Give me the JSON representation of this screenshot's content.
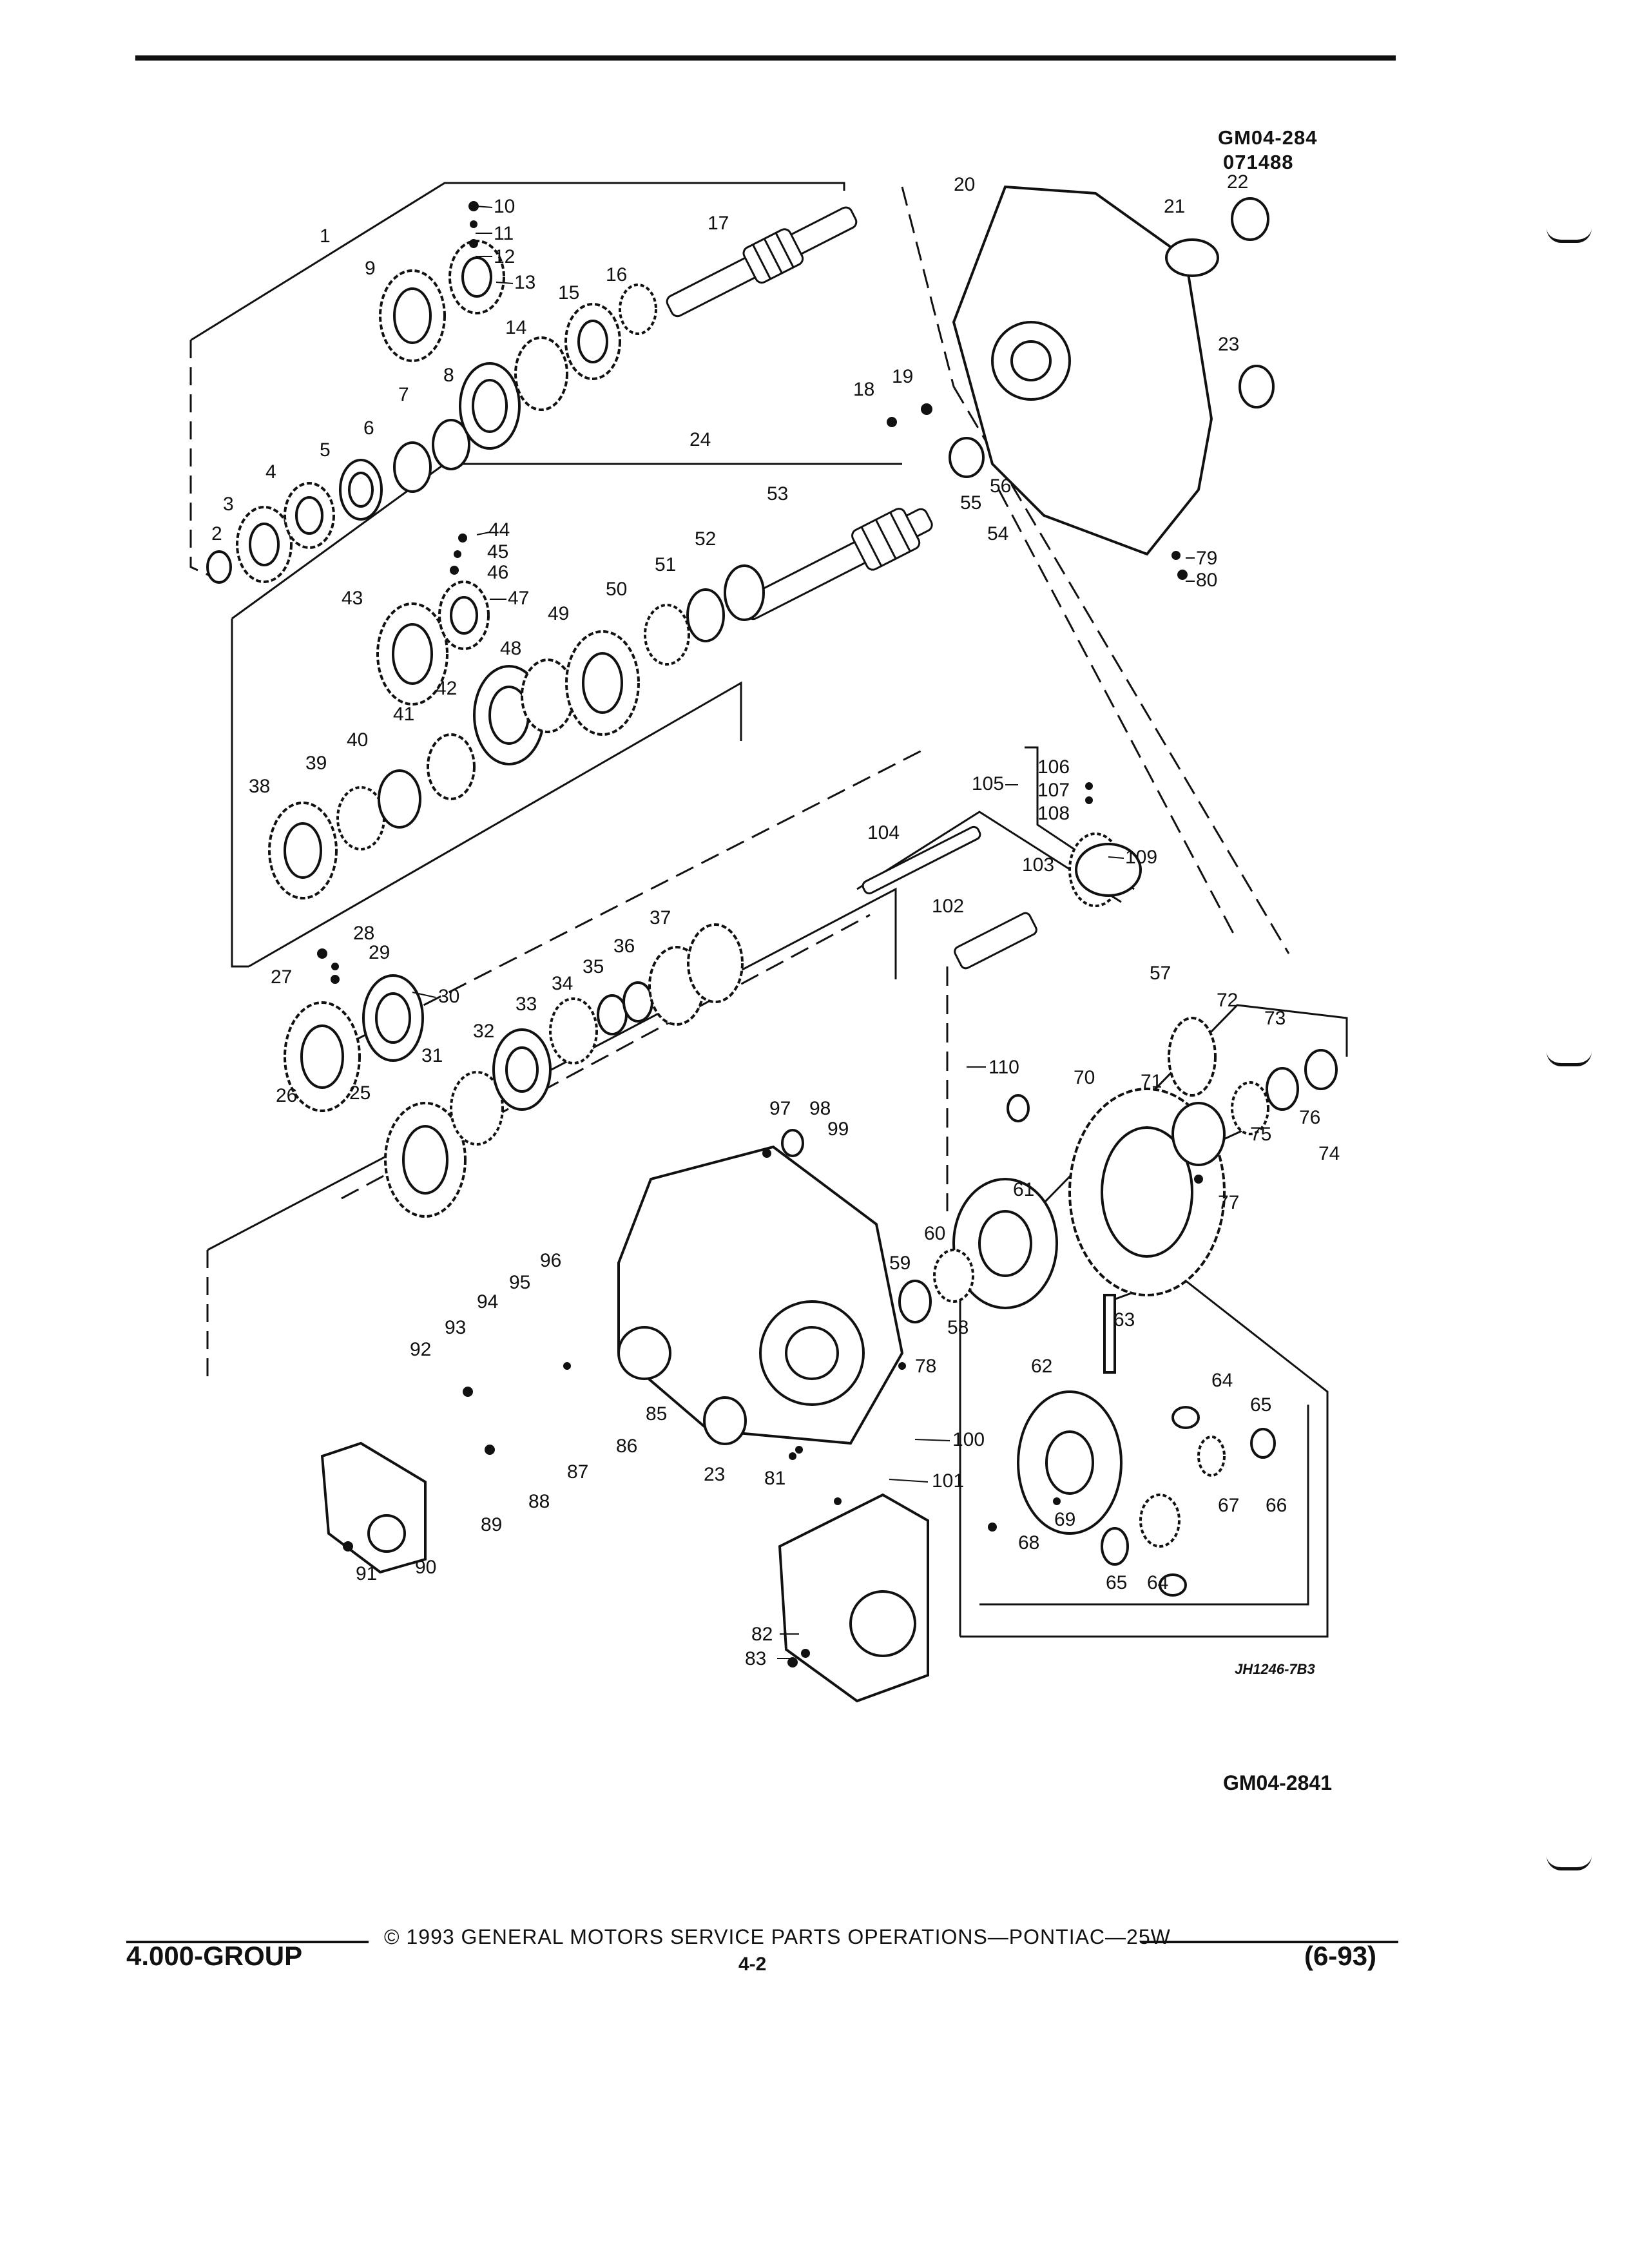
{
  "header": {
    "figure_code_1": "GM04-284",
    "figure_code_2": "071488"
  },
  "diagram": {
    "image_ref": "JH1246-7B3",
    "figure_id": "GM04-2841",
    "callouts": [
      "1",
      "2",
      "3",
      "4",
      "5",
      "6",
      "7",
      "8",
      "9",
      "10",
      "11",
      "12",
      "13",
      "14",
      "15",
      "16",
      "17",
      "18",
      "19",
      "20",
      "21",
      "22",
      "23",
      "24",
      "25",
      "26",
      "27",
      "28",
      "29",
      "30",
      "31",
      "32",
      "33",
      "34",
      "35",
      "36",
      "37",
      "38",
      "39",
      "40",
      "41",
      "42",
      "43",
      "44",
      "45",
      "46",
      "47",
      "48",
      "49",
      "50",
      "51",
      "52",
      "53",
      "54",
      "55",
      "56",
      "57",
      "58",
      "59",
      "60",
      "61",
      "62",
      "63",
      "64",
      "65",
      "66",
      "67",
      "68",
      "69",
      "70",
      "71",
      "72",
      "73",
      "74",
      "75",
      "76",
      "77",
      "78",
      "79",
      "80",
      "81",
      "82",
      "83",
      "85",
      "86",
      "87",
      "88",
      "89",
      "90",
      "91",
      "92",
      "93",
      "94",
      "95",
      "96",
      "97",
      "98",
      "99",
      "100",
      "101",
      "102",
      "103",
      "104",
      "105",
      "106",
      "107",
      "108",
      "109",
      "110"
    ],
    "callout_23_b": "23",
    "callout_64_b": "64",
    "callout_65_b": "65"
  },
  "footer": {
    "group": "4.000-GROUP",
    "copyright": "© 1993 GENERAL MOTORS SERVICE PARTS OPERATIONS—PONTIAC—25W",
    "page": "4-2",
    "date": "(6-93)"
  }
}
